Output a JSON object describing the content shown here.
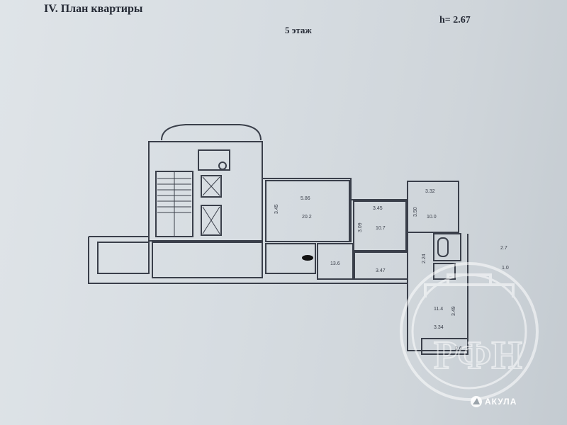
{
  "document": {
    "title": "IV. План квартиры",
    "floor": "5 этаж",
    "ceiling_height": "h= 2.67"
  },
  "rooms": {
    "living_room": {
      "width": "5.86",
      "area": "20.2",
      "side": "3.45"
    },
    "bedroom_2": {
      "width": "3.45",
      "area": "10.7",
      "side": "3.09"
    },
    "bedroom_3": {
      "width": "3.32",
      "area": "10.0",
      "side": "3.50"
    },
    "hall_small": {
      "area": "13.6"
    },
    "corridor": {
      "length": "3.47"
    },
    "bath": {
      "side": "2.24"
    },
    "storage": {
      "area": "2.7"
    },
    "wc": {
      "area": "1.0"
    },
    "kitchen": {
      "area": "11.4",
      "side": "3.49"
    },
    "balcony": {
      "width": "3.34",
      "area": "3.6"
    }
  },
  "watermark": {
    "letters": "РФН",
    "brand": "АКУЛА"
  }
}
